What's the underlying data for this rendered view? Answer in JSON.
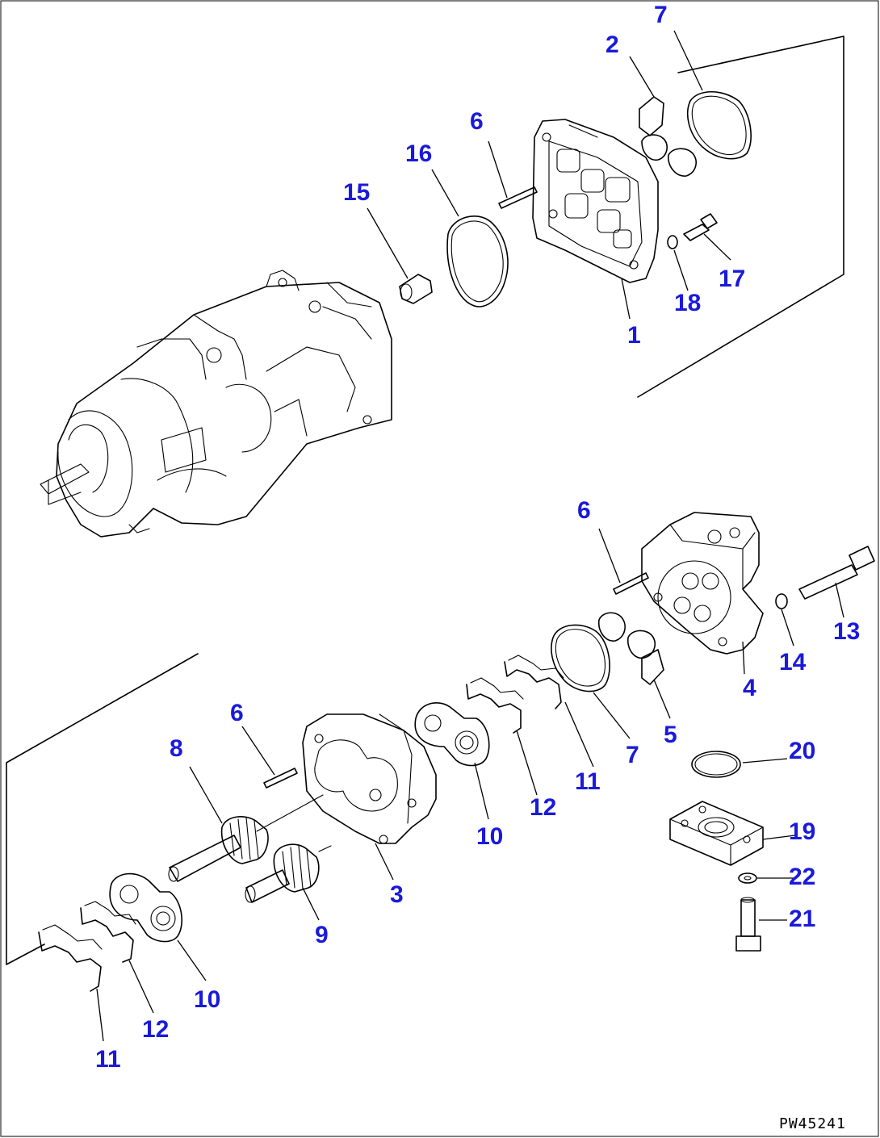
{
  "diagram": {
    "drawing_code": "PW45241",
    "callouts": {
      "c1": "1",
      "c2": "2",
      "c3": "3",
      "c4": "4",
      "c5": "5",
      "c6a": "6",
      "c6b": "6",
      "c6c": "6",
      "c7a": "7",
      "c7b": "7",
      "c8": "8",
      "c9": "9",
      "c10a": "10",
      "c10b": "10",
      "c11a": "11",
      "c11b": "11",
      "c12a": "12",
      "c12b": "12",
      "c13": "13",
      "c14": "14",
      "c15": "15",
      "c16": "16",
      "c17": "17",
      "c18": "18",
      "c19": "19",
      "c20": "20",
      "c21": "21",
      "c22": "22"
    },
    "colors": {
      "callout": "#1a1adb",
      "line": "#000000",
      "background": "#ffffff"
    }
  }
}
